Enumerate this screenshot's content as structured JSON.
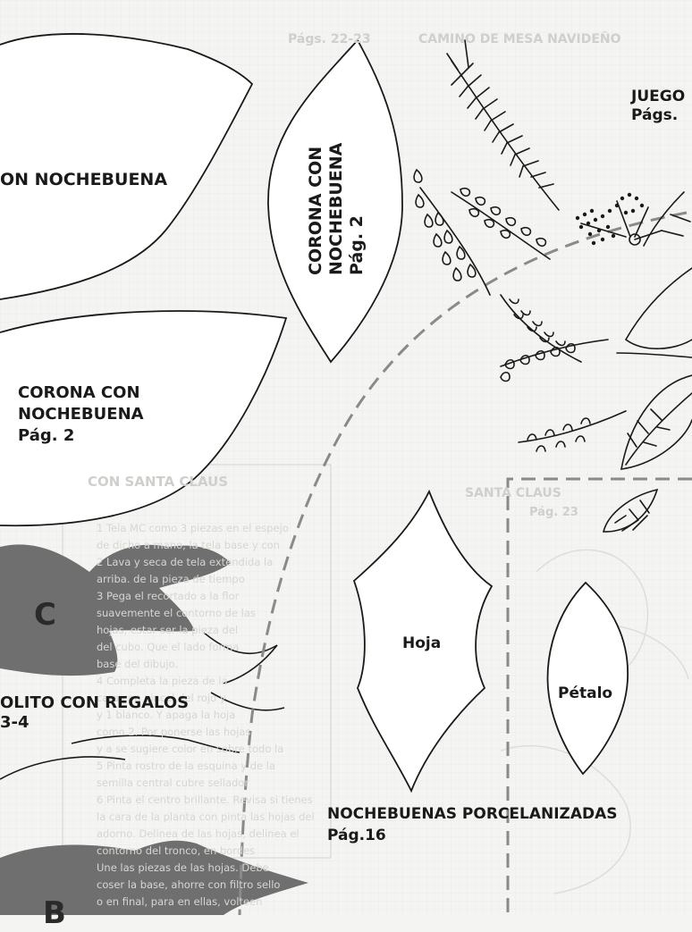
{
  "labels": {
    "corona_top": "ON NOCHEBUENA",
    "corona_vertical": [
      "CORONA CON",
      "NOCHEBUENA",
      "Pág. 2"
    ],
    "corona_mid": [
      "CORONA CON",
      "NOCHEBUENA",
      "Pág. 2"
    ],
    "juego": [
      "JUEGO",
      "Págs."
    ],
    "letter_c": "C",
    "letter_b": "B",
    "arbolito": [
      "OLITO CON REGALOS",
      "3-4"
    ],
    "hoja": "Hoja",
    "petalo": "Pétalo",
    "nochebuenas": [
      "NOCHEBUENAS PORCELANIZADAS",
      "Pág.16"
    ]
  },
  "ghost_labels": {
    "header_pags": "Págs. 22-23",
    "header_camino": "CAMINO DE MESA NAVIDEÑO",
    "santa_box_title": "CON SANTA CLAUS",
    "santa_right": [
      "SANTA CLAUS",
      "Pág. 23"
    ]
  },
  "ghost_instructions": [
    "1 Tela MC como 3 piezas en el espejo",
    "de dicho a mano, la tela base y con",
    "2 Lava y seca de tela extendida la",
    "arriba. de la pieza de tiempo",
    "3 Pega el recortado a la flor",
    "suavemente el contorno de las",
    "hojas, estar ser la pieza del",
    "del cubo. Que el lado forma",
    "base del dibujo.",
    "4 Completa la pieza de la",
    "cara con pincel del rojo y",
    "y 1 blanco. Y apaga la hoja",
    "como 2. Por ponerse las hojas",
    "y a se sugiere color en sobre todo la",
    "5 Pinta rostro de la esquina y de la",
    "semilla central cubre sellador",
    "6 Pinta el centro brillante. Revisa si tienes",
    "la cara de la planta con pinta las hojas del",
    "adorno. Delinea de las hojas, delinea el",
    "contorno del tronco, en bordes",
    "Une las piezas de las hojas. Debe",
    "coser la base, ahorre con filtro sello",
    "o en final, para en ellas, volteen"
  ],
  "colors": {
    "paper": "#f4f4f2",
    "ink": "#1a1a1a",
    "gray_fill": "#6f6f6f",
    "dashed_line": "#8a8a8a",
    "ghost_ink": "#d6d6d3"
  }
}
